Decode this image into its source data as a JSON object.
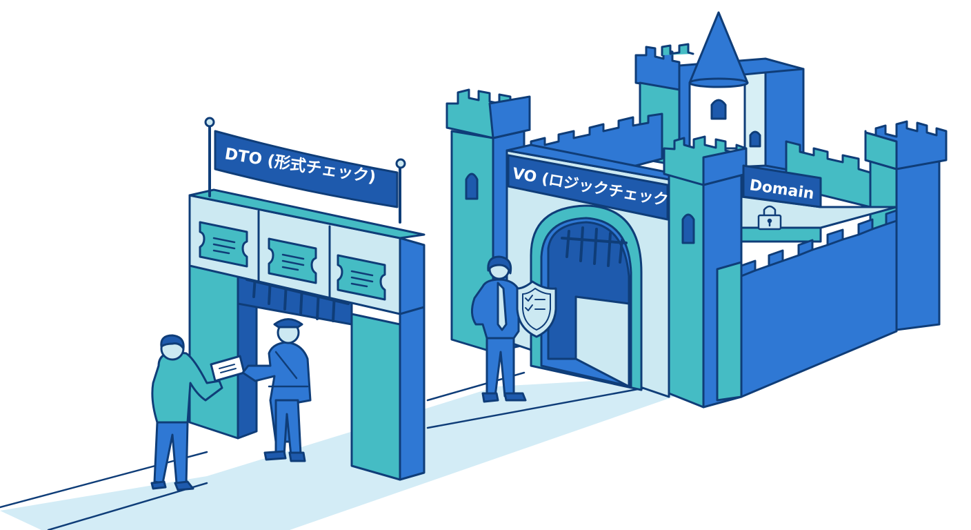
{
  "signs": {
    "dto": "DTO (形式チェック)",
    "vo": "VO (ロジックチェック)",
    "domain": "Domain"
  },
  "colors": {
    "outline": "#0f3d78",
    "teal": "#45bcc4",
    "teal_light": "#8fd6da",
    "blue": "#2f78d4",
    "blue_dark": "#1e5aad",
    "banner": "#1e5aad",
    "pale": "#cce9f2",
    "path": "#d3ecf6"
  },
  "icons": [
    "ticket-icon",
    "ticket-icon",
    "ticket-icon",
    "shield-checklist-icon",
    "padlock-icon"
  ]
}
